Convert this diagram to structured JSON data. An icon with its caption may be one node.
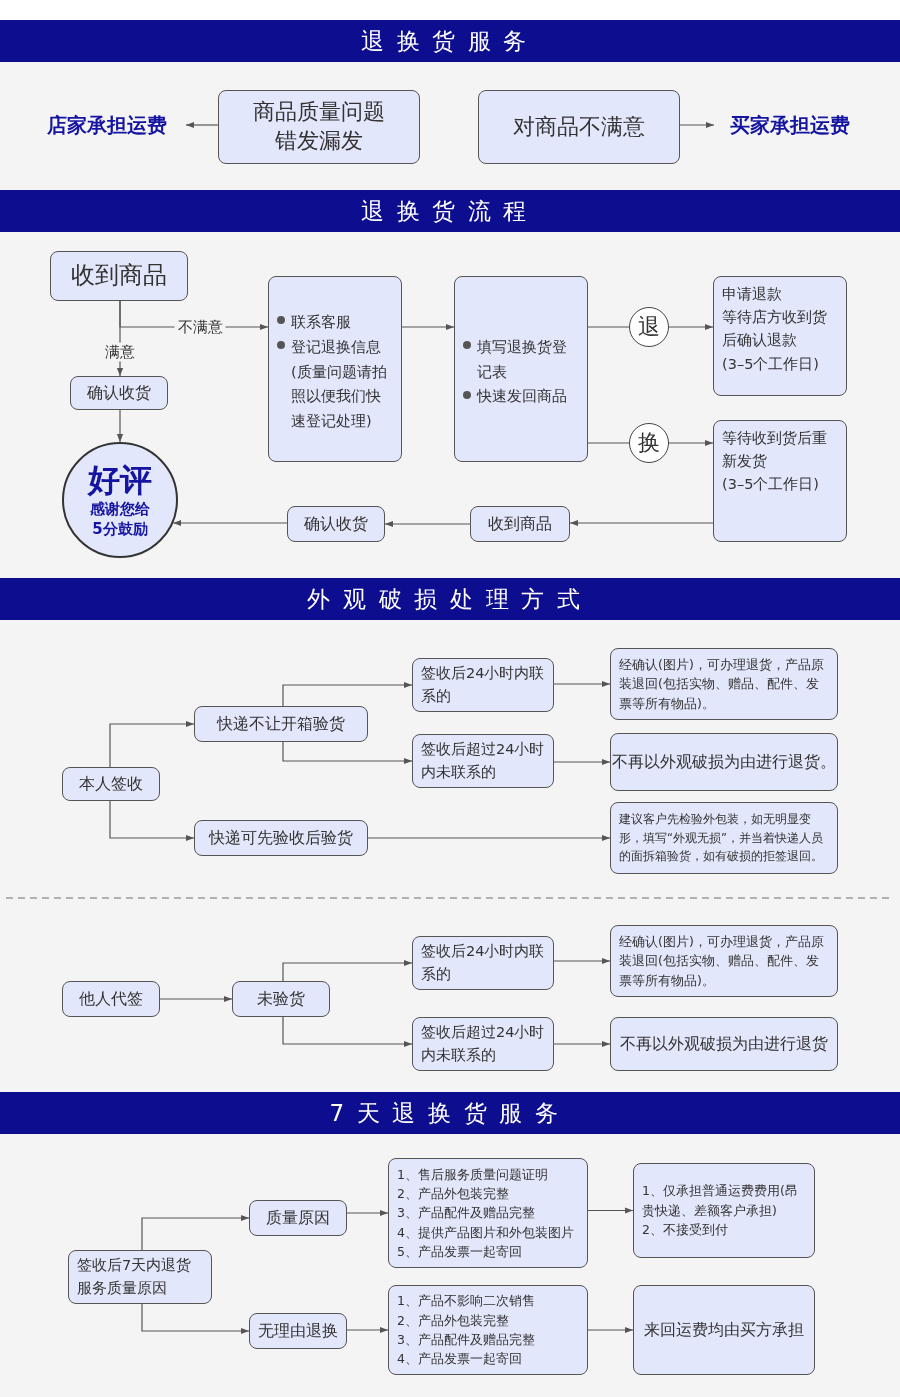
{
  "diagram": {
    "nodes": [
      {
        "text": [
          "退换货服务"
        ]
      },
      {
        "text": [
          "店家承担运费"
        ]
      },
      {
        "text": [
          "商品质量问题",
          "错发漏发"
        ]
      },
      {
        "text": [
          "对商品不满意"
        ]
      },
      {
        "text": [
          "买家承担运费"
        ]
      },
      {
        "text": [
          "退换货流程"
        ]
      },
      {
        "text": [
          "收到商品"
        ]
      },
      {
        "text": [
          "确认收货"
        ]
      },
      {
        "text": [
          "联系客服",
          "登记退换信息(质量问题请拍照以便我们快速登记处理)"
        ]
      },
      {
        "text": [
          "填写退换货登记表",
          "快速发回商品"
        ]
      },
      {
        "text": [
          "退"
        ]
      },
      {
        "text": [
          "换"
        ]
      },
      {
        "text": [
          "申请退款",
          "等待店方收到货后确认退款",
          "(3–5个工作日)"
        ]
      },
      {
        "text": [
          "等待收到货后重新发货",
          "(3–5个工作日)"
        ]
      },
      {
        "text": [
          "收到商品"
        ]
      },
      {
        "text": [
          "确认收货"
        ]
      },
      {
        "text": [
          "好评",
          "感谢您给5分鼓励"
        ]
      },
      {
        "text": [
          "外观破损处理方式"
        ]
      },
      {
        "text": [
          "本人签收"
        ]
      },
      {
        "text": [
          "快递不让开箱验货"
        ]
      },
      {
        "text": [
          "签收后24小时内联系的"
        ]
      },
      {
        "text": [
          "签收后超过24小时内未联系的"
        ]
      },
      {
        "text": [
          "经确认(图片)，可办理退货，产品原装退回(包括实物、赠品、配件、发票等所有物品)。"
        ]
      },
      {
        "text": [
          "不再以外观破损为由进行退货。"
        ]
      },
      {
        "text": [
          "快递可先验收后验货"
        ]
      },
      {
        "text": [
          "建议客户先检验外包装，如无明显变形，填写“外观无损”，并当着快递人员的面拆箱验货，如有破损的拒签退回。"
        ]
      },
      {
        "text": [
          "他人代签"
        ]
      },
      {
        "text": [
          "未验货"
        ]
      },
      {
        "text": [
          "签收后24小时内联系的"
        ]
      },
      {
        "text": [
          "签收后超过24小时内未联系的"
        ]
      },
      {
        "text": [
          "经确认(图片)，可办理退货，产品原装退回(包括实物、赠品、配件、发票等所有物品)。"
        ]
      },
      {
        "text": [
          "不再以外观破损为由进行退货"
        ]
      },
      {
        "text": [
          "7天退换货服务"
        ]
      },
      {
        "text": [
          "签收后7天内退货服务质量原因"
        ]
      },
      {
        "text": [
          "质量原因"
        ]
      },
      {
        "text": [
          "1、售后服务质量问题证明",
          "2、产品外包装完整",
          "3、产品配件及赠品完整",
          "4、提供产品图片和外包装图片",
          "5、产品发票一起寄回"
        ]
      },
      {
        "text": [
          "1、仅承担普通运费费用(昂贵快递、差额客户承担)",
          "2、不接受到付"
        ]
      },
      {
        "text": [
          "无理由退换"
        ]
      },
      {
        "text": [
          "1、产品不影响二次销售",
          "2、产品外包装完整",
          "3、产品配件及赠品完整",
          "4、产品发票一起寄回"
        ]
      },
      {
        "text": [
          "来回运费均由买方承担"
        ]
      }
    ],
    "edges": [
      {
        "from": 2,
        "to": 1,
        "arrow": "to"
      },
      {
        "from": 3,
        "to": 4,
        "arrow": "to"
      },
      {
        "from": 6,
        "to": 7,
        "arrow": "to",
        "label": "满意"
      },
      {
        "from": 6,
        "to": 8,
        "arrow": "to",
        "label": "不满意"
      },
      {
        "from": 7,
        "to": 16,
        "arrow": "to"
      },
      {
        "from": 8,
        "to": 9,
        "arrow": "to"
      },
      {
        "from": 9,
        "to": 10,
        "arrow": "none"
      },
      {
        "from": 9,
        "to": 11,
        "arrow": "none"
      },
      {
        "from": 10,
        "to": 12,
        "arrow": "to"
      },
      {
        "from": 11,
        "to": 13,
        "arrow": "to"
      },
      {
        "from": 13,
        "to": 14,
        "arrow": "to"
      },
      {
        "from": 14,
        "to": 15,
        "arrow": "to"
      },
      {
        "from": 15,
        "to": 16,
        "arrow": "to"
      },
      {
        "from": 18,
        "to": 19,
        "arrow": "to"
      },
      {
        "from": 19,
        "to": 20,
        "arrow": "to"
      },
      {
        "from": 19,
        "to": 21,
        "arrow": "to"
      },
      {
        "from": 20,
        "to": 22,
        "arrow": "to"
      },
      {
        "from": 21,
        "to": 23,
        "arrow": "to"
      },
      {
        "from": 18,
        "to": 24,
        "arrow": "to"
      },
      {
        "from": 24,
        "to": 25,
        "arrow": "to"
      },
      {
        "from": 26,
        "to": 27,
        "arrow": "to"
      },
      {
        "from": 27,
        "to": 28,
        "arrow": "to"
      },
      {
        "from": 27,
        "to": 29,
        "arrow": "to"
      },
      {
        "from": 28,
        "to": 30,
        "arrow": "to"
      },
      {
        "from": 29,
        "to": 31,
        "arrow": "to"
      },
      {
        "from": 33,
        "to": 34,
        "arrow": "to"
      },
      {
        "from": 33,
        "to": 37,
        "arrow": "to"
      },
      {
        "from": 34,
        "to": 35,
        "arrow": "to"
      },
      {
        "from": 35,
        "to": 36,
        "arrow": "to"
      },
      {
        "from": 37,
        "to": 38,
        "arrow": "to"
      },
      {
        "from": 38,
        "to": 39,
        "arrow": "to"
      }
    ]
  }
}
